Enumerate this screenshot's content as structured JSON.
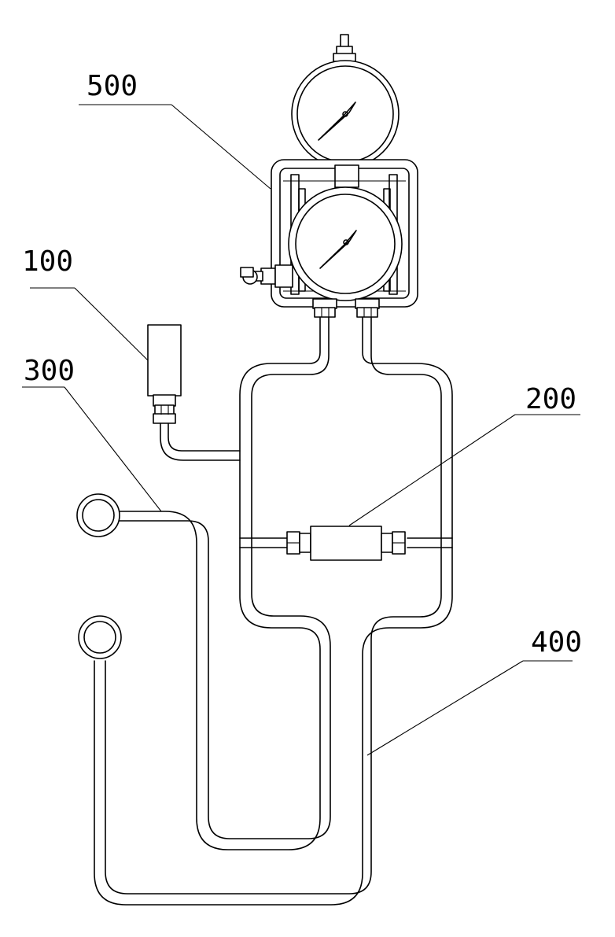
{
  "labels": {
    "gauge_panel": "500",
    "sensor": "100",
    "hose_coupler": "300",
    "filter": "200",
    "pipe": "400"
  }
}
